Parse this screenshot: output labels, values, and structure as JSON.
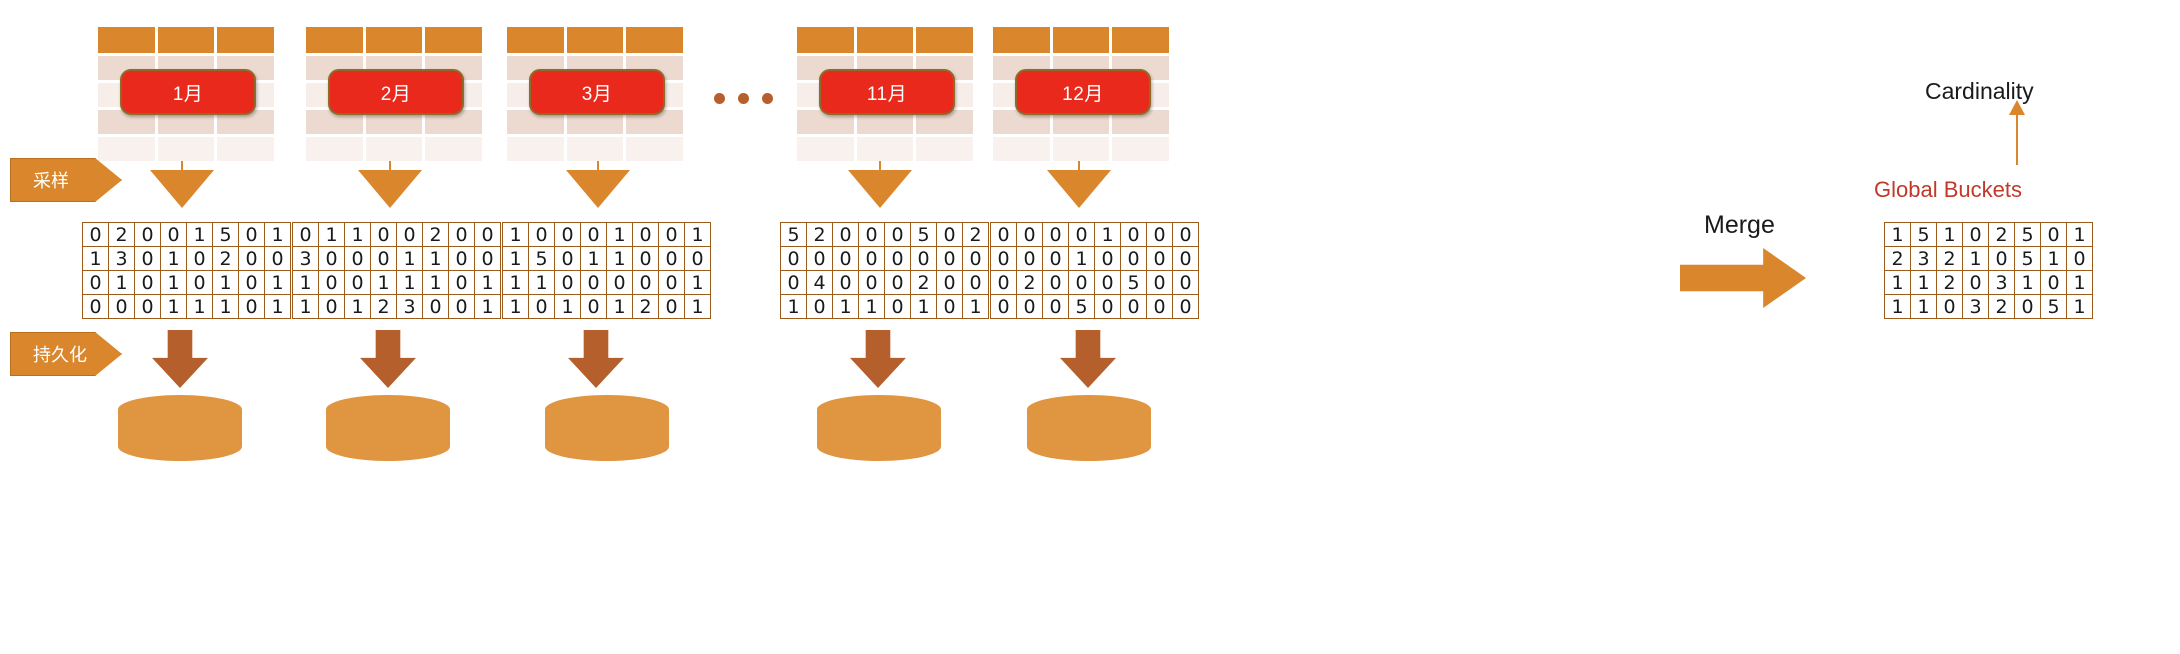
{
  "diagram": {
    "title_hidden": "",
    "labels": {
      "sampling": "采样",
      "persistence": "持久化",
      "merge": "Merge",
      "cardinality": "Cardinality",
      "global_buckets": "Global Buckets",
      "ellipsis": "..."
    },
    "colors": {
      "orange": "#d9862c",
      "orange_light": "#e09540",
      "red_badge": "#e8291c",
      "badge_border": "#8f6a28",
      "brown_arrow": "#b5602c",
      "grid_border": "#9c5a1b",
      "table_header": "#d9862c",
      "table_row_dark": "#ecd9cf",
      "table_row_light": "#f9f1ed",
      "global_buckets_text": "#c0392b",
      "cardinality_text": "#1a1a1a"
    },
    "months": [
      {
        "id": "m1",
        "label": "1月"
      },
      {
        "id": "m2",
        "label": "2月"
      },
      {
        "id": "m3",
        "label": "3月"
      },
      {
        "id": "m11",
        "label": "11月"
      },
      {
        "id": "m12",
        "label": "12月"
      }
    ],
    "buckets": [
      {
        "month": "1月",
        "rows": [
          [
            0,
            2,
            0,
            0,
            1,
            5,
            0,
            1
          ],
          [
            1,
            3,
            0,
            1,
            0,
            2,
            0,
            0
          ],
          [
            0,
            1,
            0,
            1,
            0,
            1,
            0,
            1
          ],
          [
            0,
            0,
            0,
            1,
            1,
            1,
            0,
            1
          ]
        ]
      },
      {
        "month": "2月",
        "rows": [
          [
            0,
            1,
            1,
            0,
            0,
            2,
            0,
            0
          ],
          [
            3,
            0,
            0,
            0,
            1,
            1,
            0,
            0
          ],
          [
            1,
            0,
            0,
            1,
            1,
            1,
            0,
            1
          ],
          [
            1,
            0,
            1,
            2,
            3,
            0,
            0,
            1
          ]
        ]
      },
      {
        "month": "3月",
        "rows": [
          [
            1,
            0,
            0,
            0,
            1,
            0,
            0,
            1
          ],
          [
            1,
            5,
            0,
            1,
            1,
            0,
            0,
            0
          ],
          [
            1,
            1,
            0,
            0,
            0,
            0,
            0,
            1
          ],
          [
            1,
            0,
            1,
            0,
            1,
            2,
            0,
            1
          ]
        ]
      },
      {
        "month": "11月",
        "rows": [
          [
            5,
            2,
            0,
            0,
            0,
            5,
            0,
            2
          ],
          [
            0,
            0,
            0,
            0,
            0,
            0,
            0,
            0
          ],
          [
            0,
            4,
            0,
            0,
            0,
            2,
            0,
            0
          ],
          [
            1,
            0,
            1,
            1,
            0,
            1,
            0,
            1
          ]
        ]
      },
      {
        "month": "12月",
        "rows": [
          [
            0,
            0,
            0,
            0,
            1,
            0,
            0,
            0
          ],
          [
            0,
            0,
            0,
            1,
            0,
            0,
            0,
            0
          ],
          [
            0,
            2,
            0,
            0,
            0,
            5,
            0,
            0
          ],
          [
            0,
            0,
            0,
            5,
            0,
            0,
            0,
            0
          ]
        ]
      }
    ],
    "global_bucket": {
      "rows": [
        [
          1,
          5,
          1,
          0,
          2,
          5,
          0,
          1
        ],
        [
          2,
          3,
          2,
          1,
          0,
          5,
          1,
          0
        ],
        [
          1,
          1,
          2,
          0,
          3,
          1,
          0,
          1
        ],
        [
          1,
          1,
          0,
          3,
          2,
          0,
          5,
          1
        ]
      ]
    }
  }
}
